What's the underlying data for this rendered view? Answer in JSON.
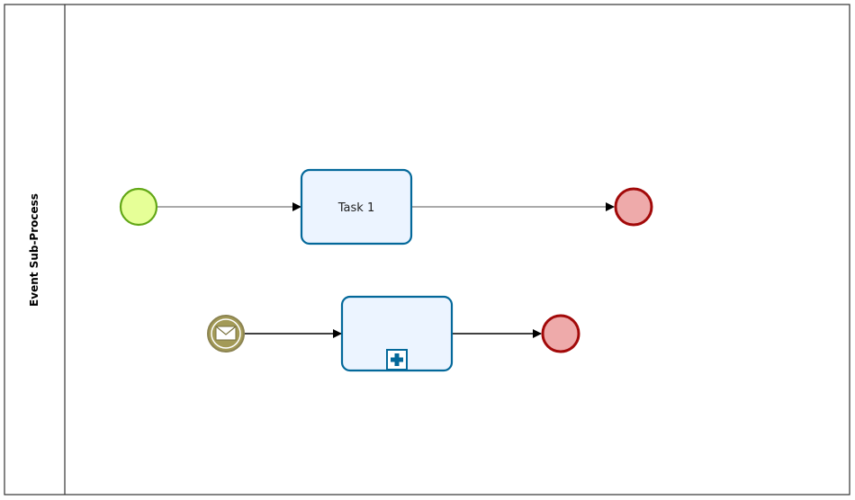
{
  "pool": {
    "label": "Event Sub-Process"
  },
  "nodes": {
    "start_event": {
      "type": "start-event",
      "fill": "#e6ff97",
      "stroke": "#62a716"
    },
    "task_1": {
      "type": "task",
      "label": "Task 1",
      "fill": "#ecf4ff",
      "stroke": "#03689a"
    },
    "end_event_1": {
      "type": "end-event",
      "fill": "#eeaaaa",
      "stroke": "#a20909"
    },
    "message_start_event": {
      "type": "message-start-event",
      "fill": "#a39a57",
      "stroke": "#8c8452"
    },
    "collapsed_subprocess": {
      "type": "collapsed-subprocess",
      "label": "",
      "fill": "#ecf4ff",
      "stroke": "#03689a"
    },
    "end_event_2": {
      "type": "end-event",
      "fill": "#eeaaaa",
      "stroke": "#a20909"
    }
  },
  "flows": [
    {
      "from": "start_event",
      "to": "task_1"
    },
    {
      "from": "task_1",
      "to": "end_event_1"
    },
    {
      "from": "message_start_event",
      "to": "collapsed_subprocess"
    },
    {
      "from": "collapsed_subprocess",
      "to": "end_event_2"
    }
  ]
}
